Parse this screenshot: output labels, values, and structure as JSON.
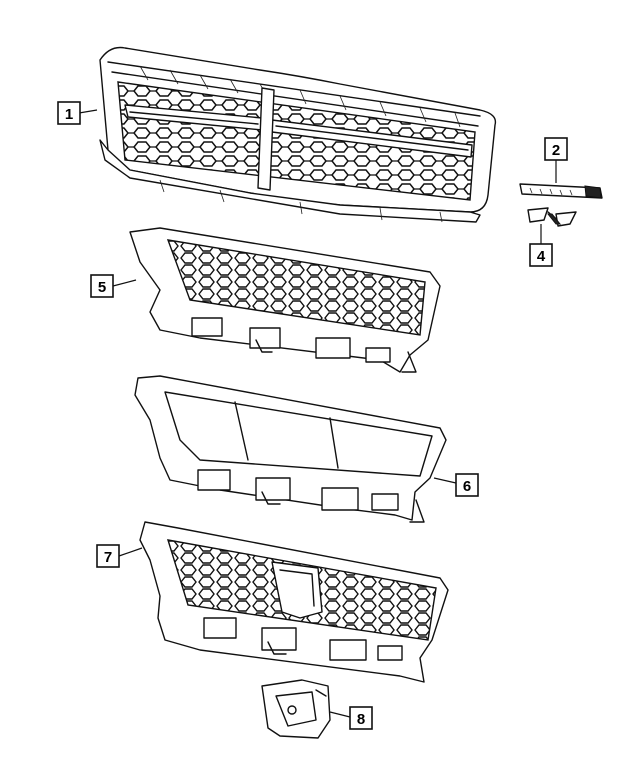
{
  "callouts": [
    {
      "id": "1",
      "label": "1"
    },
    {
      "id": "2",
      "label": "2"
    },
    {
      "id": "4",
      "label": "4"
    },
    {
      "id": "5",
      "label": "5"
    },
    {
      "id": "6",
      "label": "6"
    },
    {
      "id": "7",
      "label": "7"
    },
    {
      "id": "8",
      "label": "8"
    }
  ],
  "colors": {
    "line": "#111111",
    "background": "#ffffff"
  }
}
